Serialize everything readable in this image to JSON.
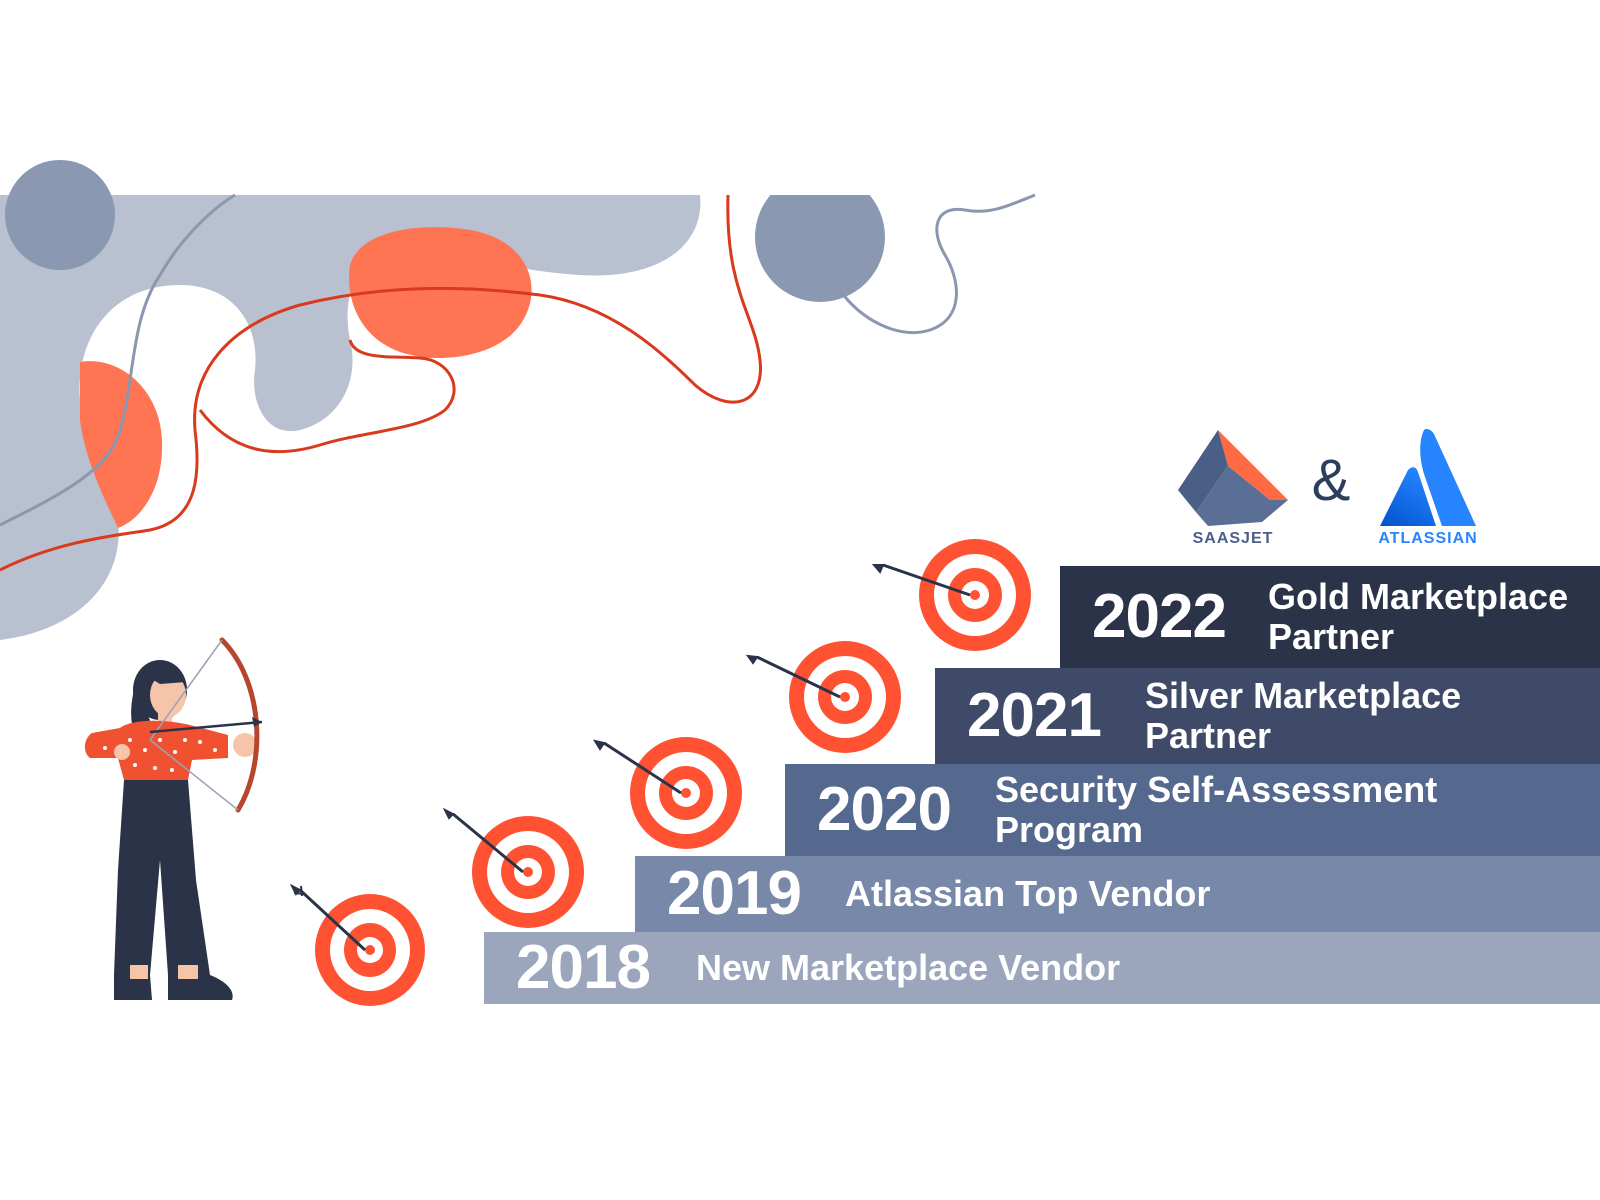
{
  "logos": {
    "saasjet": {
      "name": "SAASJET",
      "color": "#4a5f86",
      "accent": "#ff6a45"
    },
    "ampersand": "&",
    "atlassian": {
      "name": "ATLASSIAN",
      "color": "#2684ff"
    }
  },
  "timeline": [
    {
      "year": "2022",
      "title_line1": "Gold Marketplace",
      "title_line2": "Partner",
      "color": "#2b3348"
    },
    {
      "year": "2021",
      "title_line1": "Silver Marketplace",
      "title_line2": "Partner",
      "color": "#3e4a67"
    },
    {
      "year": "2020",
      "title_line1": "Security Self-Assessment",
      "title_line2": "Program",
      "color": "#55688e"
    },
    {
      "year": "2019",
      "title_line1": "Atlassian Top Vendor",
      "title_line2": "",
      "color": "#7888a8"
    },
    {
      "year": "2018",
      "title_line1": "New Marketplace Vendor",
      "title_line2": "",
      "color": "#9ba6bd"
    }
  ],
  "colors": {
    "blob_gray": "#b9c0d0",
    "blob_dark": "#8a98b2",
    "blob_orange": "#ff7452",
    "line_red": "#d9391c",
    "line_gray": "#8c97af",
    "target_red": "#ff5233",
    "archer_shirt": "#ef5131",
    "archer_pants": "#2a3347"
  }
}
